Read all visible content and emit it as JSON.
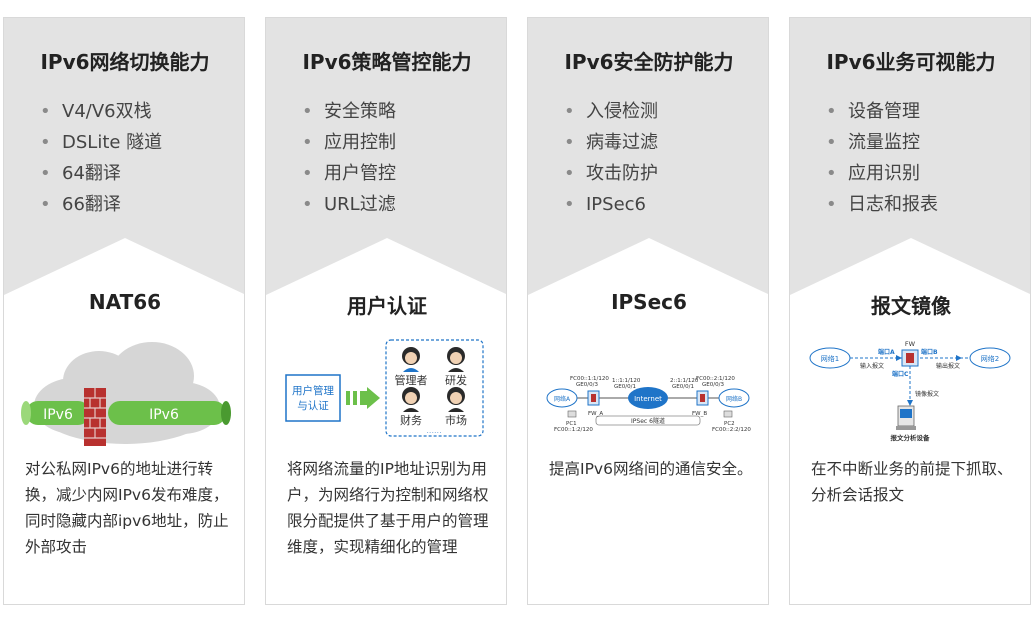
{
  "cards": [
    {
      "title": "IPv6网络切换能力",
      "features": [
        "V4/V6双栈",
        "DSLite 隧道",
        "64翻译",
        "66翻译"
      ],
      "subtitle": "NAT66",
      "illustration": {
        "left_label": "IPv6",
        "right_label": "IPv6"
      },
      "description": "对公私网IPv6的地址进行转换，减少内网IPv6发布难度，同时隐藏内部ipv6地址，防止外部攻击"
    },
    {
      "title": "IPv6策略管控能力",
      "features": [
        "安全策略",
        "应用控制",
        "用户管控",
        "URL过滤"
      ],
      "subtitle": "用户认证",
      "illustration": {
        "box_label": "用户管理与认证",
        "roles": [
          "管理者",
          "研发",
          "财务",
          "市场"
        ]
      },
      "description": "将网络流量的IP地址识别为用户，为网络行为控制和网络权限分配提供了基于用户的管理维度，实现精细化的管理"
    },
    {
      "title": "IPv6安全防护能力",
      "features": [
        "入侵检测",
        "病毒过滤",
        "攻击防护",
        "IPSec6"
      ],
      "subtitle": "IPSec6",
      "illustration": {
        "fw_a_top": "FC00::1:1/120",
        "fw_a_port": "GE0/0/3",
        "mid_a": "1::1:1/120",
        "mid_a_port": "GE0/0/1",
        "internet": "Internet",
        "mid_b": "2::1:1/120",
        "mid_b_port": "GE0/0/1",
        "fw_b_top": "FC00::2:1/120",
        "fw_b_port": "GE0/0/3",
        "net_a": "网络A",
        "net_b": "网络B",
        "fw_a": "FW_A",
        "fw_b": "FW_B",
        "pc1": "PC1",
        "pc1_addr": "FC00::1:2/120",
        "pc2": "PC2",
        "pc2_addr": "FC00::2:2/120",
        "tunnel": "IPSec 6隧道"
      },
      "description": "提高IPv6网络间的通信安全。"
    },
    {
      "title": "IPv6业务可视能力",
      "features": [
        "设备管理",
        "流量监控",
        "应用识别",
        "日志和报表"
      ],
      "subtitle": "报文镜像",
      "illustration": {
        "fw": "FW",
        "net1": "网络1",
        "net2": "网络2",
        "port_a": "端口A",
        "port_b": "端口B",
        "port_c": "端口C",
        "in_pkt": "输入报文",
        "out_pkt": "输出报文",
        "mirror_pkt": "镜像报文",
        "analyzer": "报文分析设备"
      },
      "description": "在不中断业务的前提下抓取、分析会话报文"
    }
  ],
  "colors": {
    "header_gray": "#e3e3e3",
    "green": "#6cc04a",
    "firewall_red": "#b8312f",
    "blue": "#1f74c8",
    "card_border": "#d9d9d9"
  }
}
